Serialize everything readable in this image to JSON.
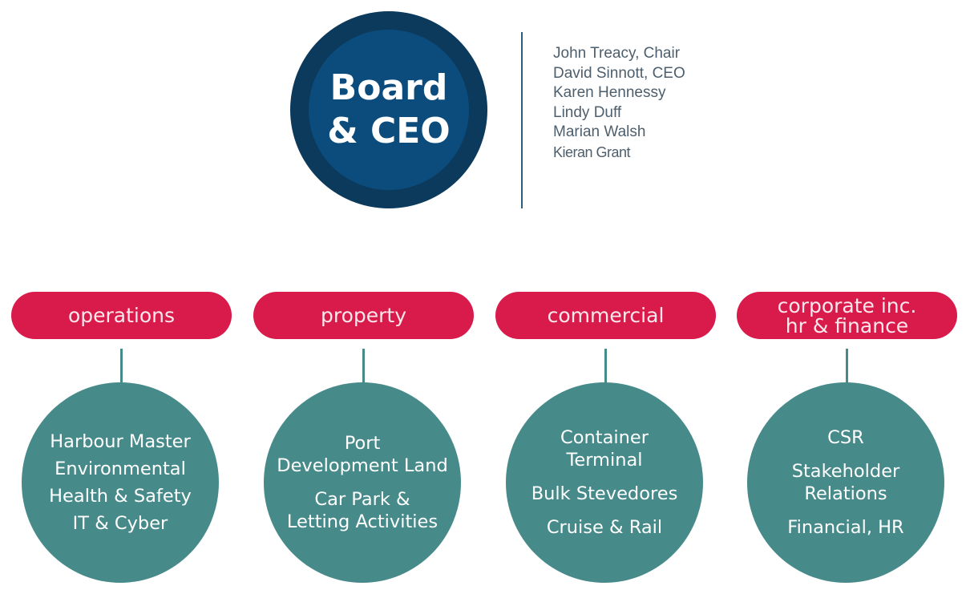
{
  "board": {
    "title_line1": "Board",
    "title_line2": "& CEO",
    "members": [
      "John Treacy, Chair",
      "David Sinnott, CEO",
      "Karen Hennessy",
      "Lindy Duff",
      "Marian Walsh",
      "Kieran Grant"
    ]
  },
  "divisions": [
    {
      "label": [
        "operations"
      ],
      "items": [
        [
          "Harbour Master"
        ],
        [
          "Environmental"
        ],
        [
          "Health & Safety"
        ],
        [
          "IT & Cyber"
        ]
      ]
    },
    {
      "label": [
        "property"
      ],
      "items": [
        [
          "Port",
          "Development Land"
        ],
        [
          "Car Park &",
          "Letting Activities"
        ]
      ]
    },
    {
      "label": [
        "commercial"
      ],
      "items": [
        [
          "Container",
          "Terminal"
        ],
        [
          "Bulk Stevedores"
        ],
        [
          "Cruise & Rail"
        ]
      ]
    },
    {
      "label": [
        "corporate inc.",
        "hr & finance"
      ],
      "items": [
        [
          "CSR"
        ],
        [
          "Stakeholder",
          "Relations"
        ],
        [
          "Financial, HR"
        ]
      ]
    }
  ],
  "colors": {
    "navy_outer": "#0b3a5c",
    "navy_inner": "#0c4c7c",
    "pink": "#d81b4b",
    "teal": "#478a8a"
  }
}
